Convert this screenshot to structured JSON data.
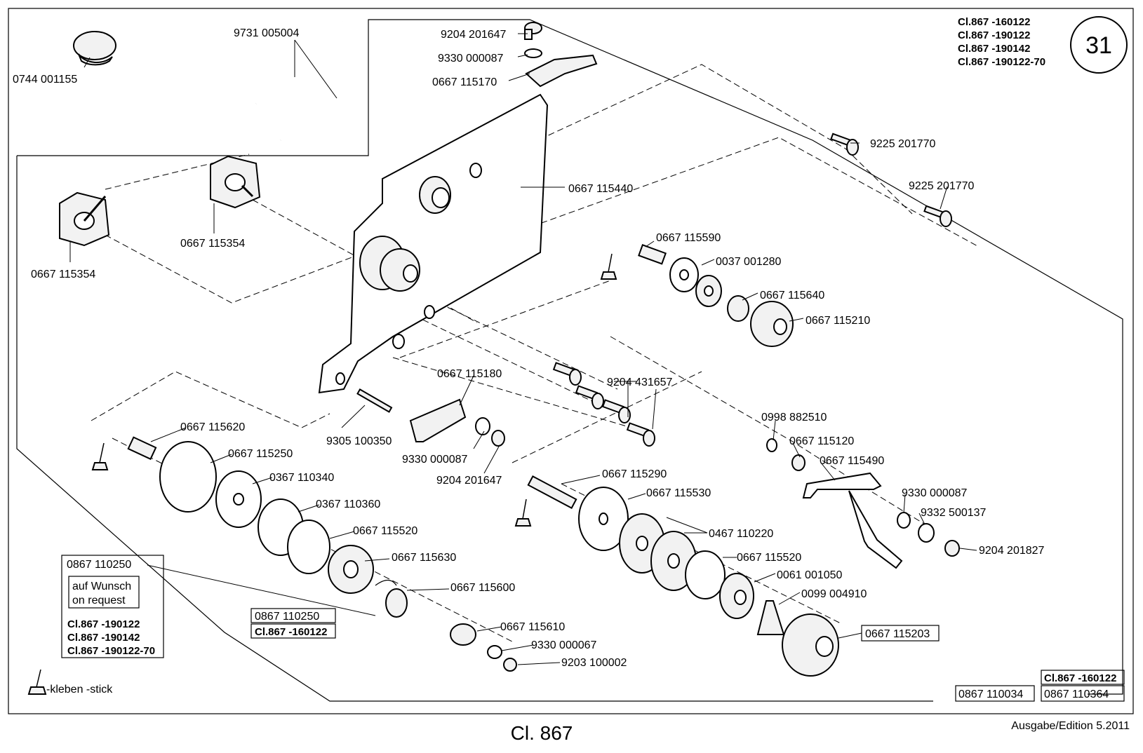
{
  "diagram": {
    "page_number": "31",
    "class_list": [
      "Cl.867 -160122",
      "Cl.867 -190122",
      "Cl.867 -190142",
      "Cl.867 -190122-70"
    ],
    "footer_title": "Cl. 867",
    "edition": "Ausgabe/Edition  5.2011",
    "legend_text": "-kleben -stick",
    "note_box": {
      "part": "0867 110250",
      "text_line1": "auf Wunsch",
      "text_line2": "on request",
      "classes": [
        "Cl.867 -190122",
        "Cl.867 -190142",
        "Cl.867 -190122-70"
      ]
    },
    "boxed_part": {
      "part": "0867 110250",
      "class": "Cl.867 -160122"
    },
    "boxed_knob": "0667 115203",
    "bottom_right": {
      "class": "Cl.867 -160122",
      "part_a": "0867 110034",
      "part_b": "0867 110364"
    },
    "labels": {
      "p0744_001155": "0744 001155",
      "p9731_005004": "9731 005004",
      "p0667_115354_a": "0667 115354",
      "p0667_115354_b": "0667 115354",
      "p9204_201647_top": "9204 201647",
      "p9330_000087_top": "9330 000087",
      "p0667_115170": "0667 115170",
      "p9225_201770_a": "9225 201770",
      "p9225_201770_b": "9225 201770",
      "p0667_115440": "0667 115440",
      "p0667_115590": "0667 115590",
      "p0037_001280": "0037 001280",
      "p0667_115640": "0667 115640",
      "p0667_115210": "0667 115210",
      "p0667_115180": "0667 115180",
      "p9204_431657": "9204 431657",
      "p9305_100350": "9305 100350",
      "p9330_000087_mid": "9330 000087",
      "p9204_201647_mid": "9204 201647",
      "p0667_115620": "0667 115620",
      "p0667_115250": "0667 115250",
      "p0367_110340": "0367 110340",
      "p0367_110360": "0367 110360",
      "p0667_115520_left": "0667 115520",
      "p0667_115630": "0667 115630",
      "p0667_115600": "0667 115600",
      "p0667_115610": "0667 115610",
      "p9330_000067": "9330 000067",
      "p9203_100002": "9203 100002",
      "p0998_882510": "0998 882510",
      "p0667_115120": "0667 115120",
      "p0667_115490": "0667 115490",
      "p9330_000087_right": "9330 000087",
      "p9332_500137": "9332 500137",
      "p9204_201827": "9204 201827",
      "p0667_115290": "0667 115290",
      "p0667_115530": "0667 115530",
      "p0467_110220": "0467 110220",
      "p0667_115520_right": "0667 115520",
      "p0061_001050": "0061 001050",
      "p0099_004910": "0099 004910"
    }
  }
}
